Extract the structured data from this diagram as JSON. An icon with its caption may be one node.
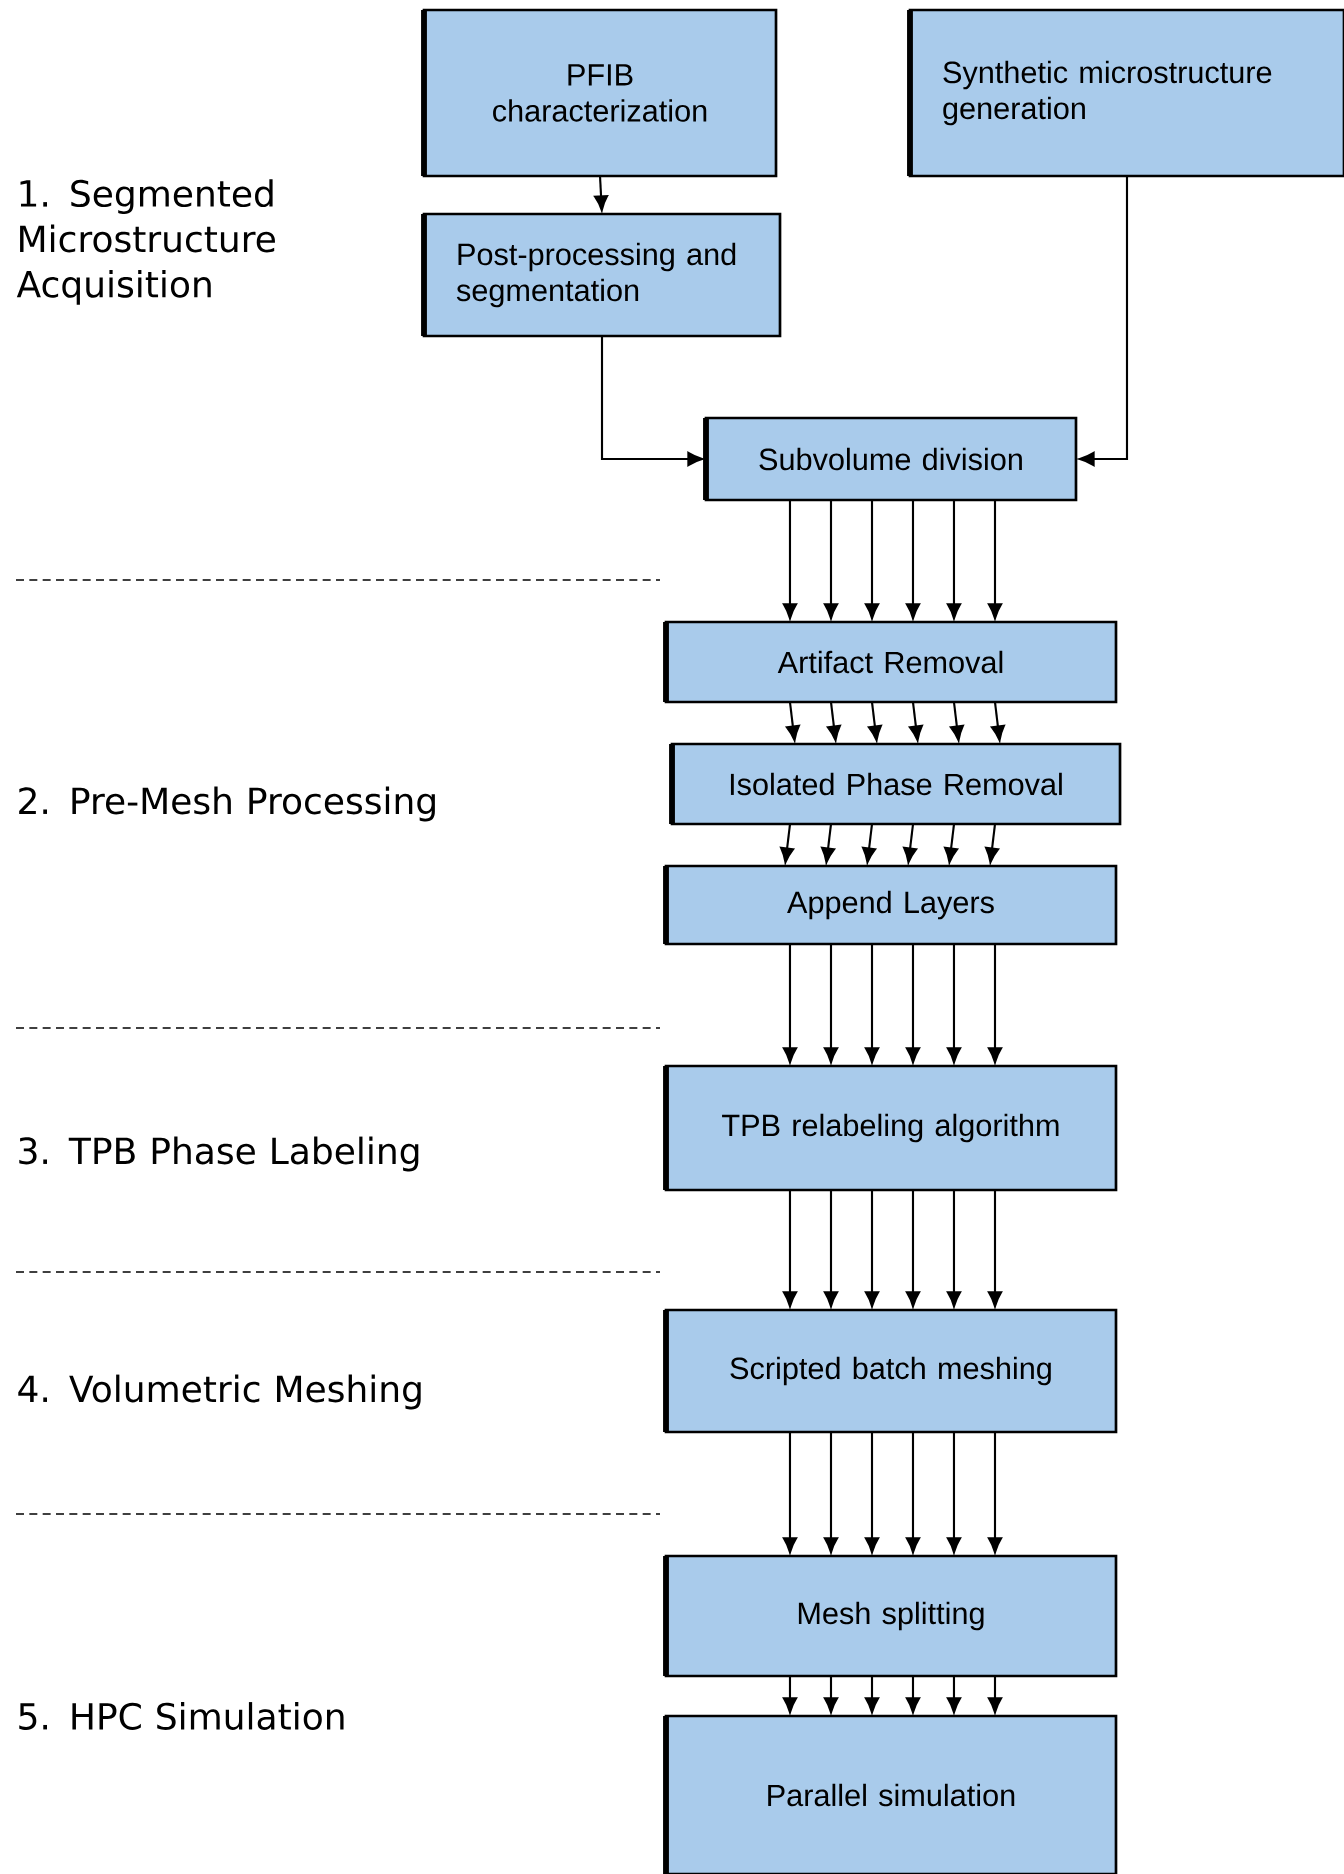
{
  "diagram": {
    "nodes": [
      {
        "text": [
          "PFIB characterization"
        ]
      },
      {
        "text": [
          "Synthetic microstructure generation"
        ]
      },
      {
        "text": [
          "Post-processing and segmentation"
        ]
      },
      {
        "text": [
          "Subvolume division"
        ]
      },
      {
        "text": [
          "Artifact Removal"
        ]
      },
      {
        "text": [
          "Isolated Phase Removal"
        ]
      },
      {
        "text": [
          "Append Layers"
        ]
      },
      {
        "text": [
          "TPB relabeling algorithm"
        ]
      },
      {
        "text": [
          "Scripted batch meshing"
        ]
      },
      {
        "text": [
          "Mesh splitting"
        ]
      },
      {
        "text": [
          "Parallel simulation"
        ]
      }
    ],
    "edges": [
      {
        "from": 0,
        "to": 2,
        "arrow": "to"
      },
      {
        "from": 2,
        "to": 3,
        "arrow": "to"
      },
      {
        "from": 1,
        "to": 3,
        "arrow": "to"
      },
      {
        "from": 3,
        "to": 4,
        "arrow": "to"
      },
      {
        "from": 3,
        "to": 4,
        "arrow": "to"
      },
      {
        "from": 3,
        "to": 4,
        "arrow": "to"
      },
      {
        "from": 3,
        "to": 4,
        "arrow": "to"
      },
      {
        "from": 3,
        "to": 4,
        "arrow": "to"
      },
      {
        "from": 3,
        "to": 4,
        "arrow": "to"
      },
      {
        "from": 4,
        "to": 5,
        "arrow": "to"
      },
      {
        "from": 4,
        "to": 5,
        "arrow": "to"
      },
      {
        "from": 4,
        "to": 5,
        "arrow": "to"
      },
      {
        "from": 4,
        "to": 5,
        "arrow": "to"
      },
      {
        "from": 4,
        "to": 5,
        "arrow": "to"
      },
      {
        "from": 4,
        "to": 5,
        "arrow": "to"
      },
      {
        "from": 5,
        "to": 6,
        "arrow": "to"
      },
      {
        "from": 5,
        "to": 6,
        "arrow": "to"
      },
      {
        "from": 5,
        "to": 6,
        "arrow": "to"
      },
      {
        "from": 5,
        "to": 6,
        "arrow": "to"
      },
      {
        "from": 5,
        "to": 6,
        "arrow": "to"
      },
      {
        "from": 5,
        "to": 6,
        "arrow": "to"
      },
      {
        "from": 6,
        "to": 7,
        "arrow": "to"
      },
      {
        "from": 6,
        "to": 7,
        "arrow": "to"
      },
      {
        "from": 6,
        "to": 7,
        "arrow": "to"
      },
      {
        "from": 6,
        "to": 7,
        "arrow": "to"
      },
      {
        "from": 6,
        "to": 7,
        "arrow": "to"
      },
      {
        "from": 6,
        "to": 7,
        "arrow": "to"
      },
      {
        "from": 7,
        "to": 8,
        "arrow": "to"
      },
      {
        "from": 7,
        "to": 8,
        "arrow": "to"
      },
      {
        "from": 7,
        "to": 8,
        "arrow": "to"
      },
      {
        "from": 7,
        "to": 8,
        "arrow": "to"
      },
      {
        "from": 7,
        "to": 8,
        "arrow": "to"
      },
      {
        "from": 7,
        "to": 8,
        "arrow": "to"
      },
      {
        "from": 8,
        "to": 9,
        "arrow": "to"
      },
      {
        "from": 8,
        "to": 9,
        "arrow": "to"
      },
      {
        "from": 8,
        "to": 9,
        "arrow": "to"
      },
      {
        "from": 8,
        "to": 9,
        "arrow": "to"
      },
      {
        "from": 8,
        "to": 9,
        "arrow": "to"
      },
      {
        "from": 8,
        "to": 9,
        "arrow": "to"
      },
      {
        "from": 9,
        "to": 10,
        "arrow": "to"
      },
      {
        "from": 9,
        "to": 10,
        "arrow": "to"
      },
      {
        "from": 9,
        "to": 10,
        "arrow": "to"
      },
      {
        "from": 9,
        "to": 10,
        "arrow": "to"
      },
      {
        "from": 9,
        "to": 10,
        "arrow": "to"
      },
      {
        "from": 9,
        "to": 10,
        "arrow": "to"
      }
    ],
    "labels": [
      "1. Segmented Microstructure Acquisition",
      "2. Pre-Mesh Processing",
      "3. TPB Phase Labeling",
      "4. Volumetric Meshing",
      "5. HPC Simulation"
    ]
  }
}
